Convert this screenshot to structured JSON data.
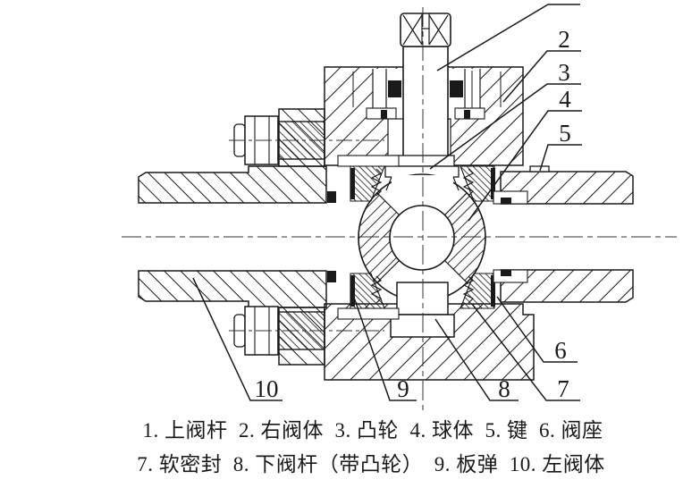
{
  "figure": {
    "kind": "ball-valve-sectional-engineering-drawing",
    "line_color": "#1a1a1a",
    "background": "#ffffff"
  },
  "callouts": [
    {
      "num": "1",
      "part": "上阀杆",
      "number_visible": false
    },
    {
      "num": "2",
      "part": "右阀体",
      "number_visible": true
    },
    {
      "num": "3",
      "part": "凸轮",
      "number_visible": true
    },
    {
      "num": "4",
      "part": "球体",
      "number_visible": true
    },
    {
      "num": "5",
      "part": "键",
      "number_visible": true
    },
    {
      "num": "6",
      "part": "阀座",
      "number_visible": true
    },
    {
      "num": "7",
      "part": "软密封",
      "number_visible": true
    },
    {
      "num": "8",
      "part": "下阀杆（带凸轮）",
      "number_visible": true
    },
    {
      "num": "9",
      "part": "板弹",
      "number_visible": true
    },
    {
      "num": "10",
      "part": "左阀体",
      "number_visible": true
    }
  ],
  "legend": {
    "line1": "1. 上阀杆  2. 右阀体  3. 凸轮  4. 球体  5. 键  6. 阀座",
    "line2": "7. 软密封  8. 下阀杆（带凸轮）  9. 板弹  10. 左阀体"
  }
}
